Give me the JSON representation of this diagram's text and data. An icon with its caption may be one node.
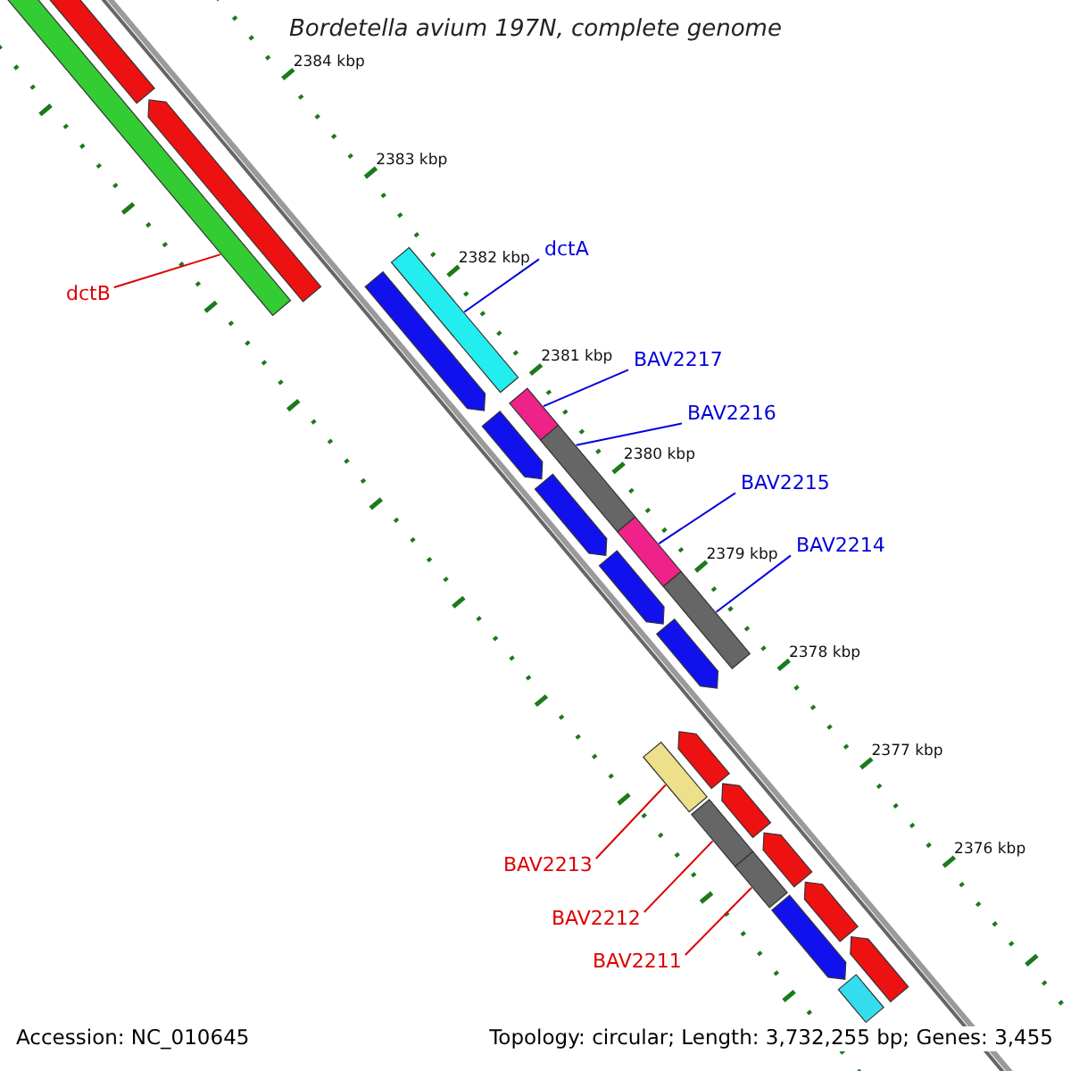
{
  "diagram": {
    "title": "Bordetella avium 197N, complete genome",
    "nodes": [
      {
        "text": [
          "dctB"
        ]
      },
      {
        "text": [
          "dctA"
        ]
      },
      {
        "text": [
          "BAV2217"
        ]
      },
      {
        "text": [
          "BAV2216"
        ]
      },
      {
        "text": [
          "BAV2215"
        ]
      },
      {
        "text": [
          "BAV2214"
        ]
      },
      {
        "text": [
          "BAV2213"
        ]
      },
      {
        "text": [
          "BAV2212"
        ]
      },
      {
        "text": [
          "BAV2211"
        ]
      },
      {
        "text": [],
        "shape": "bar"
      },
      {
        "text": [],
        "shape": "bar"
      },
      {
        "text": [],
        "shape": "bar"
      },
      {
        "text": [],
        "shape": "bar"
      },
      {
        "text": [],
        "shape": "bar"
      },
      {
        "text": [],
        "shape": "bar"
      },
      {
        "text": [],
        "shape": "bar"
      },
      {
        "text": [],
        "shape": "bar"
      },
      {
        "text": [],
        "shape": "bar"
      },
      {
        "text": [],
        "shape": "bar"
      },
      {
        "text": [],
        "shape": "bar"
      },
      {
        "text": [],
        "shape": "bar"
      },
      {
        "text": [],
        "shape": "bar"
      },
      {
        "text": [],
        "shape": "bar"
      },
      {
        "text": [],
        "shape": "bar"
      },
      {
        "text": [],
        "shape": "bar"
      },
      {
        "text": [],
        "shape": "bar"
      },
      {
        "text": [],
        "shape": "bar"
      },
      {
        "text": [],
        "shape": "bar"
      },
      {
        "text": [],
        "shape": "bar"
      },
      {
        "text": [],
        "shape": "bar"
      },
      {
        "text": [],
        "shape": "bar"
      },
      {
        "text": [],
        "shape": "bar"
      }
    ],
    "edges": [
      {
        "from": 0,
        "to": 9,
        "arrow": "none",
        "color": "#dd0000"
      },
      {
        "from": 1,
        "to": 10,
        "arrow": "none"
      },
      {
        "from": 2,
        "to": 11,
        "arrow": "none"
      },
      {
        "from": 3,
        "to": 12,
        "arrow": "none"
      },
      {
        "from": 4,
        "to": 13,
        "arrow": "none"
      },
      {
        "from": 5,
        "to": 14,
        "arrow": "none"
      },
      {
        "from": 6,
        "to": 15,
        "arrow": "none",
        "color": "#dd0000"
      },
      {
        "from": 7,
        "to": 16,
        "arrow": "none",
        "color": "#dd0000"
      },
      {
        "from": 8,
        "to": 17,
        "arrow": "none",
        "color": "#dd0000"
      }
    ],
    "labels": [
      "2384 kbp",
      "2383 kbp",
      "2382 kbp",
      "2381 kbp",
      "2380 kbp",
      "2379 kbp",
      "2378 kbp",
      "2377 kbp",
      "2376 kbp",
      "Accession: NC_010645",
      "Topology: circular; Length: 3,732,255 bp; Genes: 3,455"
    ]
  }
}
